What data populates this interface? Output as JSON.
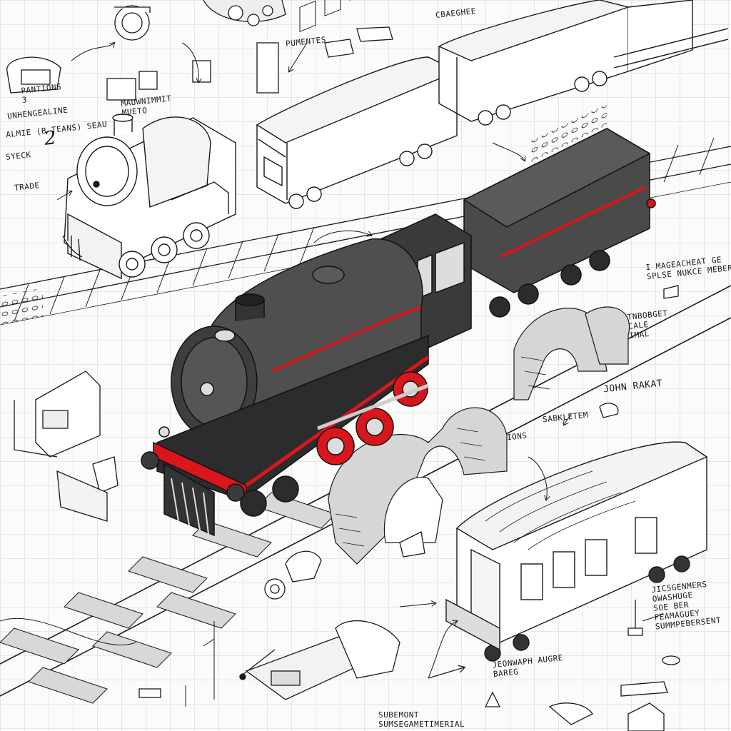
{
  "colors": {
    "ink": "#1a1a1a",
    "locomotive_body": "#4a4a4a",
    "locomotive_dark": "#2c2c2c",
    "accent_red": "#d8161b",
    "stone": "#cfcfcf",
    "paper": "#fbfbfa"
  },
  "annotations": [
    {
      "id": "n1",
      "text": "PANTIONS\n3"
    },
    {
      "id": "n2",
      "text": "UNHENGEALINE"
    },
    {
      "id": "n3",
      "text": "ALMIE (B TEANS) SEAU"
    },
    {
      "id": "n4",
      "text": "SYECK"
    },
    {
      "id": "n5",
      "text": "2"
    },
    {
      "id": "n6",
      "text": "TRADE"
    },
    {
      "id": "n7",
      "text": "MAUWNIMMIT\nMUETO"
    },
    {
      "id": "n8",
      "text": "PUMENTES"
    },
    {
      "id": "n9",
      "text": "CBAEGHEE"
    },
    {
      "id": "n10",
      "text": "I MAGEACHEAT GE\nSPLSE NUKCE MEBER"
    },
    {
      "id": "n11",
      "text": "TNBOBGET\nCALE\nIMAL"
    },
    {
      "id": "n12",
      "text": "JOHN RAKAT"
    },
    {
      "id": "n13",
      "text": "SABKLETEM"
    },
    {
      "id": "n14",
      "text": "IONS"
    },
    {
      "id": "n15",
      "text": "JICSGENMERS\nOWASHUGE\nSOE BER\nFEAMAGUEY\nSUMMPEBERSENT"
    },
    {
      "id": "n16",
      "text": "JEONWAPH AUGRE\nBAREG"
    },
    {
      "id": "n17",
      "text": "SUBEMONT\nSUMSEGAMETIMERIAL"
    }
  ]
}
